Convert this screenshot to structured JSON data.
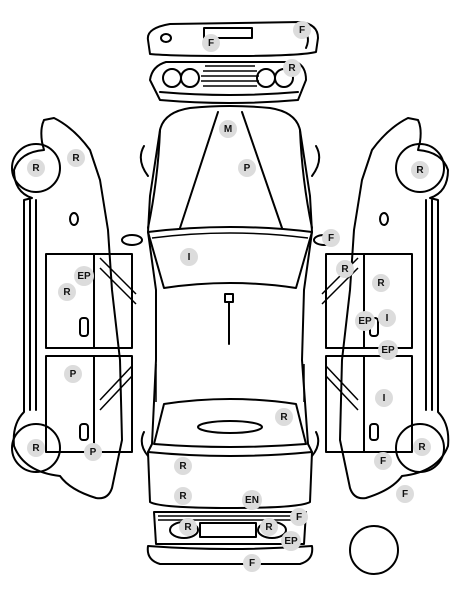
{
  "markers": [
    {
      "id": "front-bumper-left",
      "label": "F"
    },
    {
      "id": "front-bumper-right",
      "label": "F"
    },
    {
      "id": "grille",
      "label": "R"
    },
    {
      "id": "hood-top",
      "label": "M"
    },
    {
      "id": "hood-mid",
      "label": "P"
    },
    {
      "id": "windshield",
      "label": "I"
    },
    {
      "id": "mirror-right",
      "label": "F"
    },
    {
      "id": "left-front-wheel",
      "label": "R"
    },
    {
      "id": "left-front-fender",
      "label": "R"
    },
    {
      "id": "left-front-door-a",
      "label": "EP"
    },
    {
      "id": "left-front-door-b",
      "label": "R"
    },
    {
      "id": "left-rear-door",
      "label": "P"
    },
    {
      "id": "left-rear-wheel",
      "label": "R"
    },
    {
      "id": "left-rear-sill",
      "label": "P"
    },
    {
      "id": "right-front-wheel",
      "label": "R"
    },
    {
      "id": "right-a-pillar",
      "label": "R"
    },
    {
      "id": "right-front-door-a",
      "label": "R"
    },
    {
      "id": "right-front-door-b",
      "label": "EP"
    },
    {
      "id": "right-front-door-c",
      "label": "I"
    },
    {
      "id": "right-door-edge",
      "label": "EP"
    },
    {
      "id": "right-rear-door",
      "label": "I"
    },
    {
      "id": "right-rear-wheel",
      "label": "R"
    },
    {
      "id": "right-rear-fender",
      "label": "F"
    },
    {
      "id": "right-rear-corner",
      "label": "F"
    },
    {
      "id": "rear-window",
      "label": "R"
    },
    {
      "id": "trunk-upper",
      "label": "R"
    },
    {
      "id": "trunk-lower",
      "label": "R"
    },
    {
      "id": "trunk-center",
      "label": "EN"
    },
    {
      "id": "rear-panel-left",
      "label": "R"
    },
    {
      "id": "rear-panel-right",
      "label": "R"
    },
    {
      "id": "rear-panel-corner",
      "label": "F"
    },
    {
      "id": "rear-panel-ep",
      "label": "EP"
    },
    {
      "id": "rear-bumper",
      "label": "F"
    }
  ]
}
